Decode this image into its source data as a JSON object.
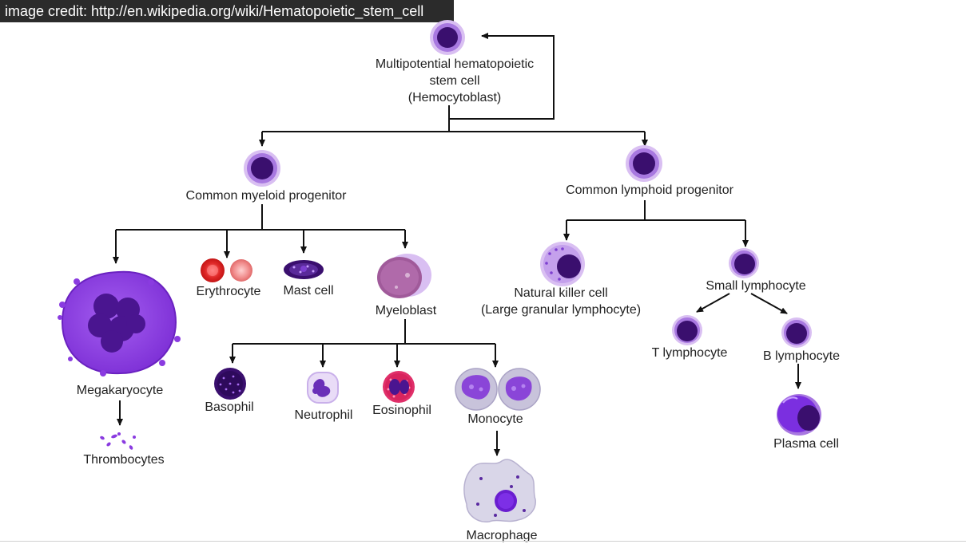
{
  "credit": "image credit: http://en.wikipedia.org/wiki/Hematopoietic_stem_cell",
  "nodes": {
    "stem_cell": [
      "Multipotential hematopoietic",
      "stem cell",
      "(Hemocytoblast)"
    ],
    "myeloid": "Common myeloid progenitor",
    "lymphoid": "Common lymphoid progenitor",
    "megakaryocyte": "Megakaryocyte",
    "thrombocytes": "Thrombocytes",
    "erythrocyte": "Erythrocyte",
    "mast_cell": "Mast cell",
    "myeloblast": "Myeloblast",
    "basophil": "Basophil",
    "neutrophil": "Neutrophil",
    "eosinophil": "Eosinophil",
    "monocyte": "Monocyte",
    "macrophage": "Macrophage",
    "nk_cell": [
      "Natural killer cell",
      "(Large granular lymphocyte)"
    ],
    "small_lymphocyte": "Small lymphocyte",
    "t_lymphocyte": "T lymphocyte",
    "b_lymphocyte": "B lymphocyte",
    "plasma_cell": "Plasma cell"
  },
  "colors": {
    "nucleus": "#3a0f6e",
    "cytoplasm": "#b88ae6",
    "membrane": "#d9bff2",
    "erythrocyte": "#d42020",
    "arrow": "#111111"
  }
}
